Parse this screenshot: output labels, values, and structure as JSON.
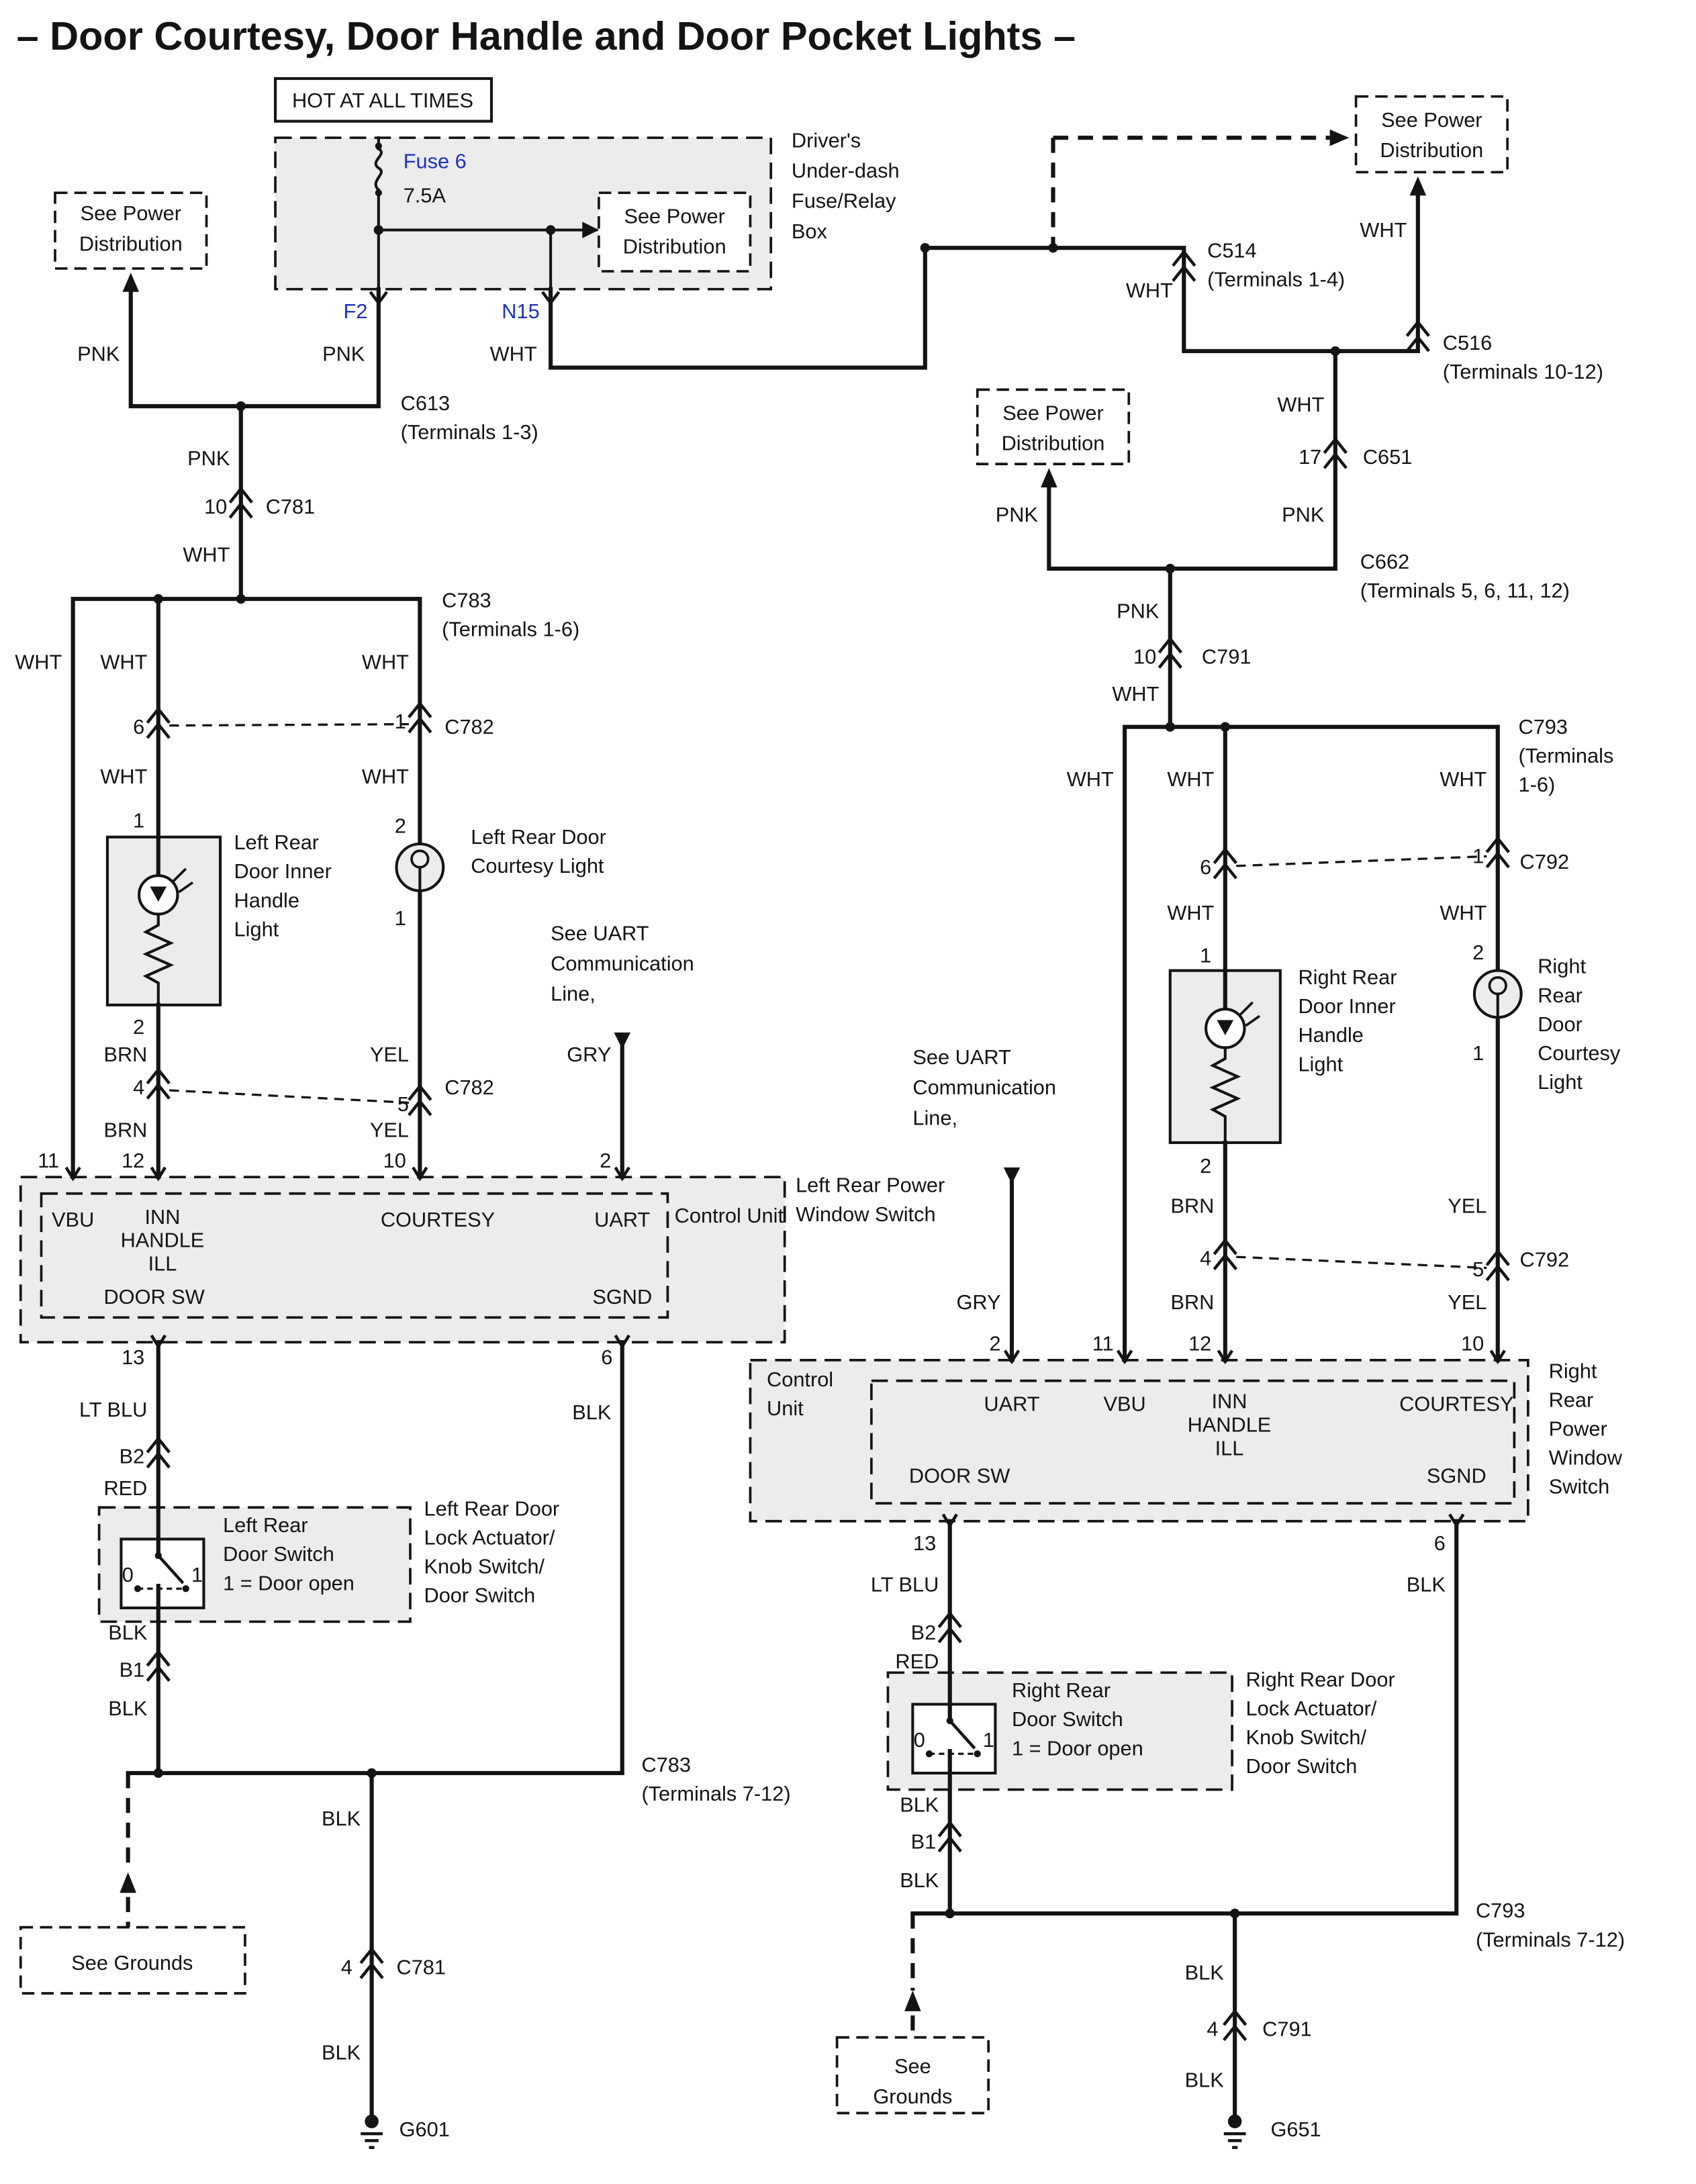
{
  "title": "– Door Courtesy, Door Handle and Door Pocket Lights –",
  "colors": {
    "accent_blue": "#2030c0",
    "line": "#141414",
    "box_fill": "#ececec"
  },
  "power": {
    "hot": "HOT AT ALL TIMES",
    "fuse_name": "Fuse 6",
    "fuse_rating": "7.5A",
    "fuse_box_label": [
      "Driver's",
      "Under-dash",
      "Fuse/Relay",
      "Box"
    ],
    "terminal_f2": "F2",
    "terminal_n15": "N15",
    "see_power": [
      "See Power",
      "Distribution"
    ],
    "see_grounds_one_line": "See Grounds",
    "see_grounds_two_line": [
      "See",
      "Grounds"
    ]
  },
  "wire_colors": {
    "pnk": "PNK",
    "wht": "WHT",
    "brn": "BRN",
    "yel": "YEL",
    "gry": "GRY",
    "blk": "BLK",
    "lt_blu": "LT BLU",
    "red": "RED"
  },
  "pins": {
    "p0": "0",
    "p1": "1",
    "p2": "2",
    "p4": "4",
    "p5": "5",
    "p6": "6",
    "p10": "10",
    "p11": "11",
    "p12": "12",
    "p13": "13",
    "p17": "17",
    "b1": "B1",
    "b2": "B2"
  },
  "connectors": {
    "c613": [
      "C613",
      "(Terminals 1-3)"
    ],
    "c781": "C781",
    "c782": "C782",
    "c783_16": [
      "C783",
      "(Terminals 1-6)"
    ],
    "c783_712": [
      "C783",
      "(Terminals 7-12)"
    ],
    "c514": [
      "C514",
      "(Terminals 1-4)"
    ],
    "c516": [
      "C516",
      "(Terminals 10-12)"
    ],
    "c651": "C651",
    "c662": [
      "C662",
      "(Terminals 5, 6, 11, 12)"
    ],
    "c791": "C791",
    "c792": "C792",
    "c793_16": [
      "C793",
      "(Terminals",
      "1-6)"
    ],
    "c793_712": [
      "C793",
      "(Terminals 7-12)"
    ],
    "g601": "G601",
    "g651": "G651"
  },
  "components": {
    "left_handle_light": [
      "Left Rear",
      "Door Inner",
      "Handle",
      "Light"
    ],
    "left_courtesy_light": [
      "Left Rear Door",
      "Courtesy Light"
    ],
    "right_handle_light": [
      "Right Rear",
      "Door Inner",
      "Handle",
      "Light"
    ],
    "right_courtesy_light": [
      "Right",
      "Rear",
      "Door",
      "Courtesy",
      "Light"
    ],
    "uart_note": [
      "See UART",
      "Communication",
      "Line,"
    ],
    "left_window_switch": [
      "Left Rear Power",
      "Window Switch"
    ],
    "right_window_switch": [
      "Right",
      "Rear",
      "Power",
      "Window",
      "Switch"
    ],
    "control_unit": "Control Unit",
    "control_unit_two_line": [
      "Control",
      "Unit"
    ],
    "left_door_switch": [
      "Left Rear",
      "Door Switch",
      "1 = Door open"
    ],
    "left_lock_actuator": [
      "Left Rear Door",
      "Lock Actuator/",
      "Knob Switch/",
      "Door Switch"
    ],
    "right_door_switch": [
      "Right Rear",
      "Door Switch",
      "1 = Door open"
    ],
    "right_lock_actuator": [
      "Right Rear Door",
      "Lock Actuator/",
      "Knob Switch/",
      "Door Switch"
    ]
  },
  "control_unit_pins": {
    "vbu": "VBU",
    "inn": [
      "INN",
      "HANDLE",
      "ILL"
    ],
    "courtesy": "COURTESY",
    "uart": "UART",
    "door_sw": "DOOR SW",
    "sgnd": "SGND"
  }
}
